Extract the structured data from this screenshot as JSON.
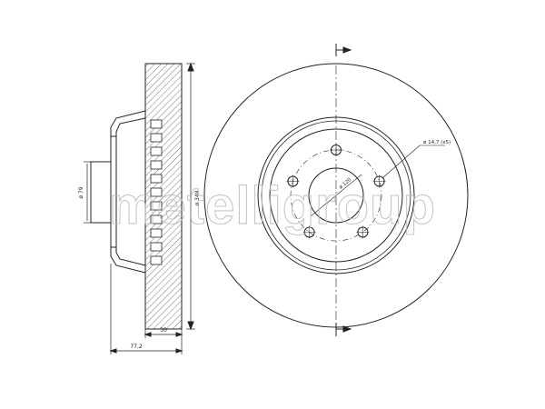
{
  "watermark": {
    "text": "metelligroup",
    "color": "#bdbdbd"
  },
  "dimensions": {
    "outer_diameter": "ø 348",
    "hub_diameter": "ø 79",
    "bolt_circle": "ø 120",
    "bolt_hole": "ø 14,7 (x5)",
    "thickness": "30",
    "total_height": "77,2"
  },
  "colors": {
    "line": "#222222",
    "hatch": "#555555"
  }
}
